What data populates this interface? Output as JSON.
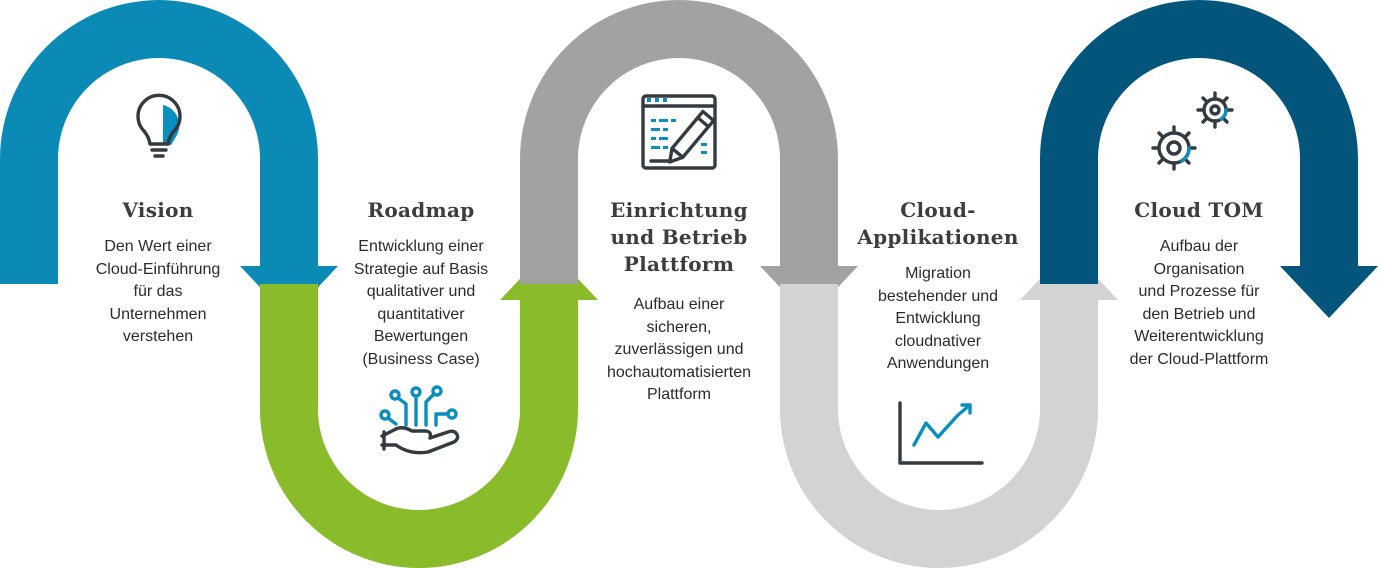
{
  "colors": {
    "vision": "#0a8ab5",
    "roadmap": "#8abb2a",
    "plattform": "#a2a2a2",
    "applikationen": "#d3d3d3",
    "tom": "#03557c",
    "icon_dark": "#333a40",
    "icon_accent": "#0a8ebd"
  },
  "steps": [
    {
      "title": "Vision",
      "text": [
        "Den Wert einer",
        "Cloud-Einführung",
        "für das",
        "Unternehmen",
        "verstehen"
      ],
      "icon": "lightbulb-icon"
    },
    {
      "title": "Roadmap",
      "text": [
        "Entwicklung einer",
        "Strategie auf Basis",
        "qualitativer und",
        "quantitativer",
        "Bewertungen",
        "(Business Case)"
      ],
      "icon": "hand-circuit-icon"
    },
    {
      "title_lines": [
        "Einrichtung",
        "und Betrieb",
        "Plattform"
      ],
      "text": [
        "Aufbau einer",
        "sicheren,",
        "zuverlässigen und",
        "hochautomatisierten",
        "Plattform"
      ],
      "icon": "document-pen-icon"
    },
    {
      "title_lines": [
        "Cloud-",
        "Applikationen"
      ],
      "text": [
        "Migration",
        "bestehender und",
        "Entwicklung",
        "cloudnativer",
        "Anwendungen"
      ],
      "icon": "line-chart-icon"
    },
    {
      "title": "Cloud TOM",
      "text": [
        "Aufbau der",
        "Organisation",
        "und Prozesse für",
        "den Betrieb und",
        "Weiterentwicklung",
        "der Cloud-Plattform"
      ],
      "icon": "gears-icon"
    }
  ]
}
